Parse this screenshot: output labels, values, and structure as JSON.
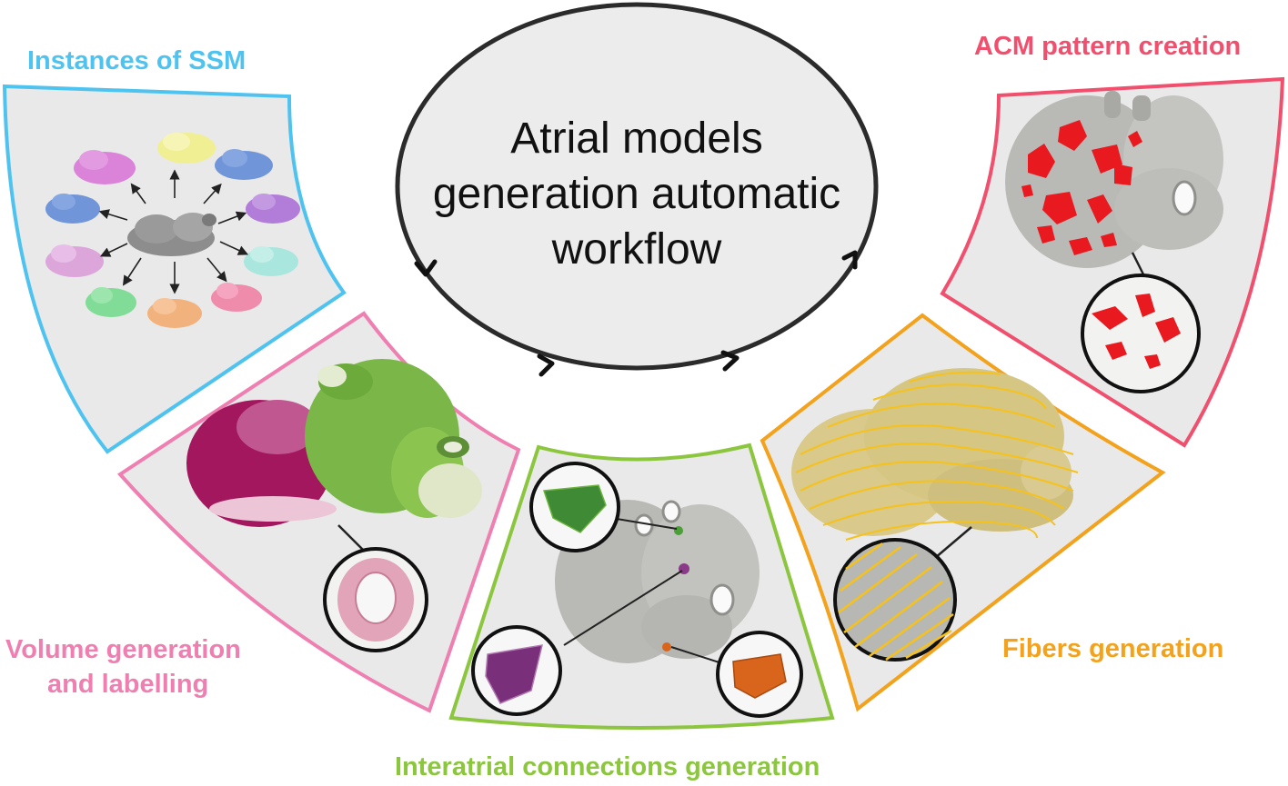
{
  "center": {
    "line1": "Atrial models",
    "line2": "generation automatic",
    "line3": "workflow"
  },
  "labels": {
    "ssm": "Instances of SSM",
    "acm": "ACM pattern creation",
    "volume_line1": "Volume generation",
    "volume_line2": "and labelling",
    "fibers": "Fibers generation",
    "interatrial": "Interatrial connections generation"
  },
  "colors": {
    "ssm": "#4fc3f0",
    "acm": "#f0506e",
    "volume": "#ef7fb0",
    "fibers": "#f2a21c",
    "interatrial": "#8cc63f",
    "panel_fill": "#e9e9e9",
    "mesh_gray": "#b9b9b6",
    "fiber_yellow": "#f6c21a",
    "scar_red": "#e8191f",
    "magenta": "#a3175f",
    "green_mesh": "#6cb33e",
    "orange_mesh": "#d9641b",
    "purple_mesh": "#8b3a87"
  },
  "ssm_instance_colors": [
    "#d771d6",
    "#f2f08a",
    "#5a86d6",
    "#5a86d6",
    "#a76ad6",
    "#d99ad8",
    "#9ee5db",
    "#6fd98a",
    "#f2a86a",
    "#f07aa0"
  ]
}
